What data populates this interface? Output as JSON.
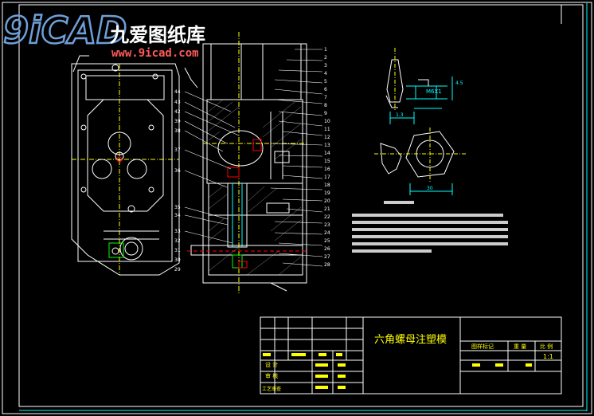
{
  "watermark": {
    "logo_text": "9iCAD",
    "brand": "九爱图纸库",
    "url": "www.9icad.com"
  },
  "title_block": {
    "drawing_title": "六角螺母注塑模",
    "scale": "1:1",
    "row_labels_left": [
      "设 计",
      "审 核",
      "工艺审查"
    ],
    "header_labels": [
      "图样标记",
      "重 量",
      "比 例"
    ]
  },
  "dimensions": {
    "d1": "M6X1",
    "d2": "1.3",
    "d3": "4.5",
    "d4": "30"
  },
  "part_numbers_right": [
    "1",
    "2",
    "3",
    "4",
    "5",
    "6",
    "7",
    "8",
    "9",
    "10",
    "11",
    "12",
    "13",
    "14",
    "15",
    "16",
    "17",
    "18",
    "19",
    "20",
    "21",
    "22",
    "23",
    "24",
    "25",
    "26",
    "27",
    "28"
  ],
  "part_numbers_left": [
    "44",
    "43",
    "42",
    "39",
    "38",
    "37",
    "36",
    "35",
    "34",
    "33",
    "32",
    "31",
    "30",
    "29"
  ],
  "colors": {
    "line_white": "#ffffff",
    "line_cyan": "#00ffff",
    "line_green": "#00ff00",
    "line_yellow": "#ffff00",
    "line_red": "#ff0000",
    "logo_blue": "#6f9fd8"
  }
}
